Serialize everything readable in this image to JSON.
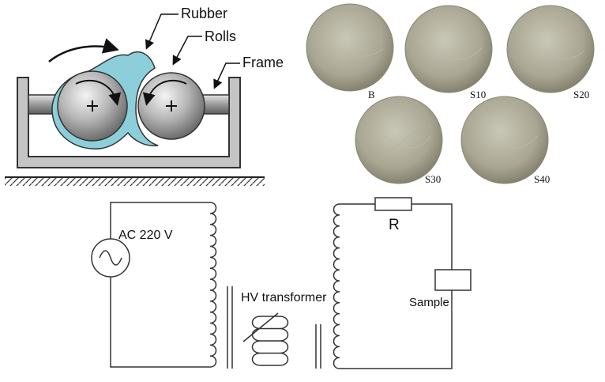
{
  "mill": {
    "labels": {
      "rubber": "Rubber",
      "rolls": "Rolls",
      "frame": "Frame"
    },
    "colors": {
      "rubber": "#8ccfdb",
      "frame": "#c4c4c4",
      "roll": "#a8a8a8"
    }
  },
  "samples": {
    "items": [
      {
        "label": "B"
      },
      {
        "label": "S10"
      },
      {
        "label": "S20"
      },
      {
        "label": "S30"
      },
      {
        "label": "S40"
      }
    ],
    "colors": {
      "disc": "#a29f8c",
      "disc_light": "#c9c7b6"
    }
  },
  "circuit": {
    "source_label": "AC 220 V",
    "transformer_label": "HV transformer",
    "resistor_label": "R",
    "sample_label": "Sample"
  }
}
